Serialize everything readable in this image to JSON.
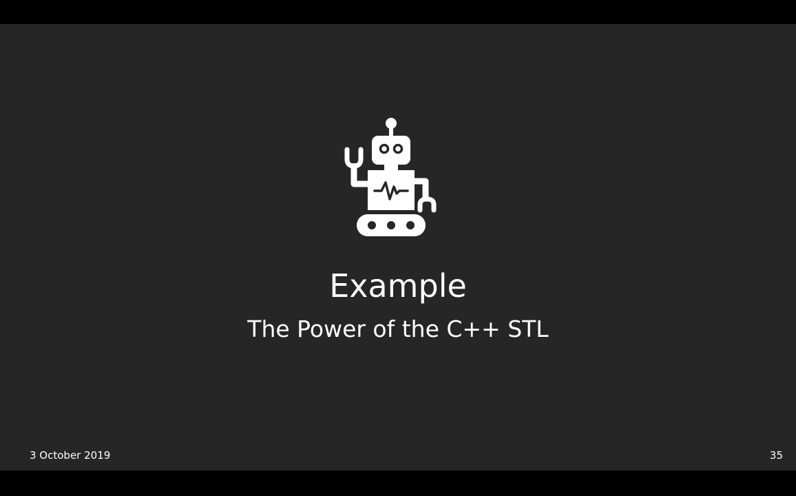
{
  "slide": {
    "title": "Example",
    "subtitle": "The Power of the C++ STL",
    "icon": "robot-icon",
    "background_color": "#262626",
    "text_color": "#ffffff"
  },
  "footer": {
    "date": "3 October 2019",
    "page_number": "35"
  }
}
